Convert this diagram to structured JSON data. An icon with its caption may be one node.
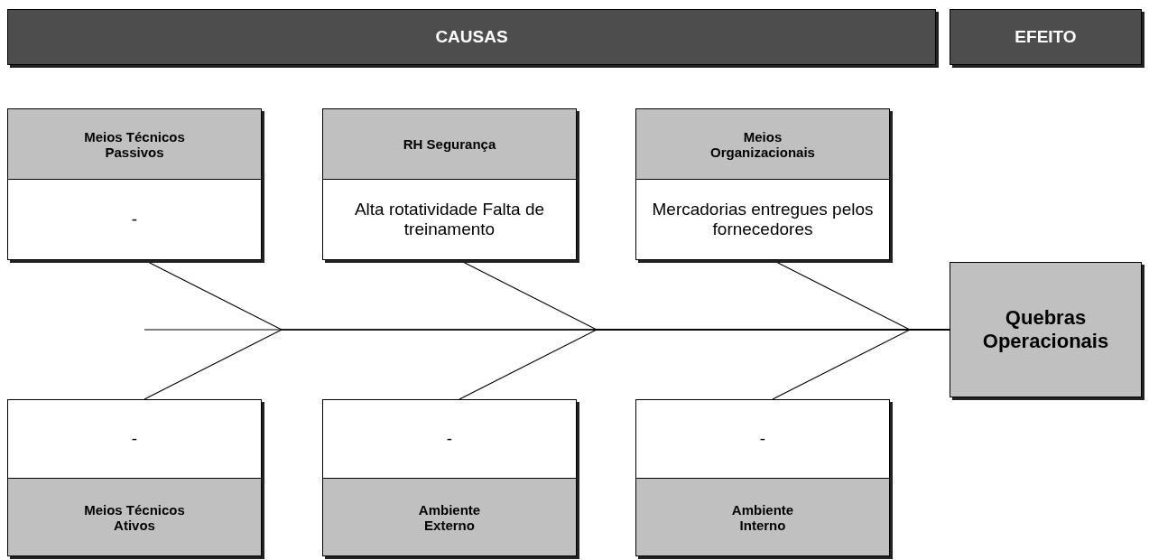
{
  "diagram": {
    "nodes": [
      {
        "text": [
          "CAUSAS"
        ]
      },
      {
        "text": [
          "EFEITO"
        ]
      },
      {
        "text": [
          "Meios Técnicos Passivos",
          "-"
        ]
      },
      {
        "text": [
          "RH Segurança",
          "Alta rotatividade Falta de treinamento"
        ]
      },
      {
        "text": [
          "Meios Organizacionais",
          "Mercadorias entregues pelos fornecedores"
        ]
      },
      {
        "text": [
          "Quebras Operacionais"
        ]
      },
      {
        "text": [
          "-",
          "Meios Técnicos Ativos"
        ]
      },
      {
        "text": [
          "-",
          "Ambiente Externo"
        ]
      },
      {
        "text": [
          "-",
          "Ambiente Interno"
        ]
      }
    ],
    "edges": [
      {
        "from": null,
        "to": 5,
        "arrow": "none"
      },
      {
        "from": 2,
        "to": 5,
        "arrow": "none"
      },
      {
        "from": 3,
        "to": 5,
        "arrow": "none"
      },
      {
        "from": 4,
        "to": 5,
        "arrow": "none"
      },
      {
        "from": 6,
        "to": 5,
        "arrow": "none"
      },
      {
        "from": 7,
        "to": 5,
        "arrow": "none"
      },
      {
        "from": 8,
        "to": 5,
        "arrow": "none"
      }
    ]
  }
}
